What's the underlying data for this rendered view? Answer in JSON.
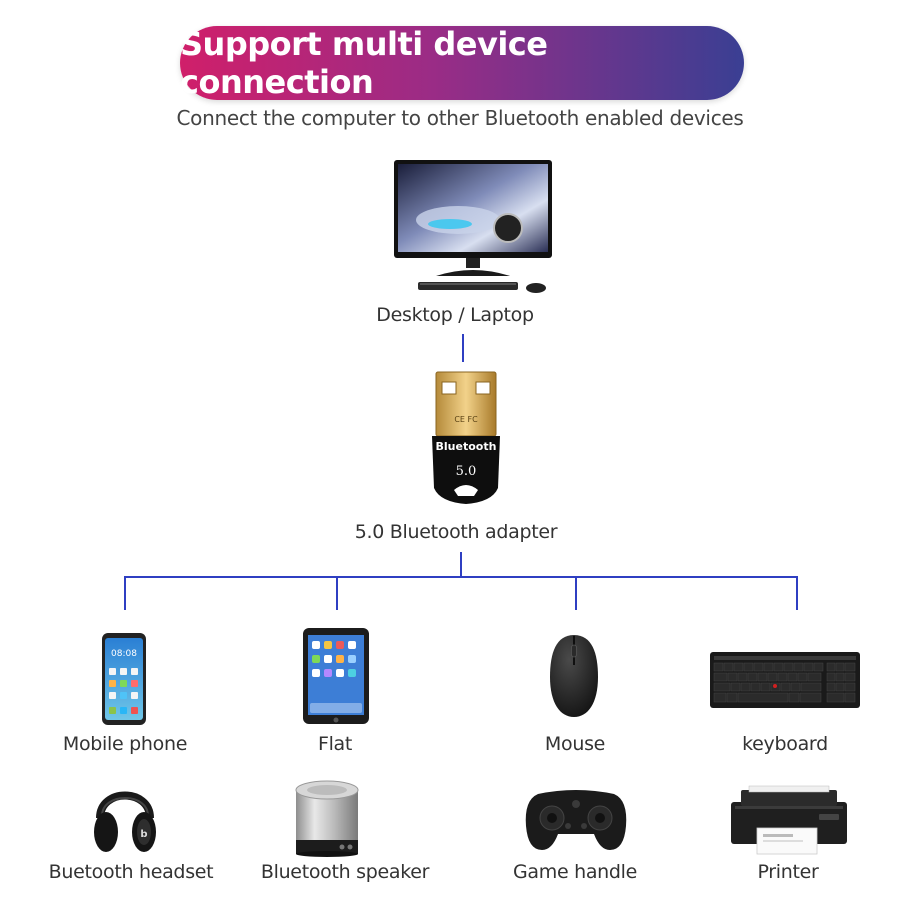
{
  "header": {
    "title": "Support multi device connection",
    "subtitle": "Connect the computer to other Bluetooth enabled devices"
  },
  "hub": {
    "computer_label": "Desktop / Laptop",
    "adapter_label": "5.0 Bluetooth adapter",
    "adapter_text_brand": "Bluetooth",
    "adapter_text_version": "5.0",
    "adapter_certs": "CE FC"
  },
  "devices": [
    {
      "label": "Mobile phone",
      "icon": "phone-icon"
    },
    {
      "label": "Flat",
      "icon": "tablet-icon"
    },
    {
      "label": "Mouse",
      "icon": "mouse-icon"
    },
    {
      "label": "keyboard",
      "icon": "keyboard-icon"
    },
    {
      "label": "Buetooth headset",
      "icon": "headset-icon"
    },
    {
      "label": "Bluetooth speaker",
      "icon": "speaker-icon"
    },
    {
      "label": "Game handle",
      "icon": "gamepad-icon"
    },
    {
      "label": "Printer",
      "icon": "printer-icon"
    }
  ],
  "colors": {
    "banner_start": "#d01f6a",
    "banner_end": "#3a3f93",
    "connector": "#2f3fc2"
  }
}
